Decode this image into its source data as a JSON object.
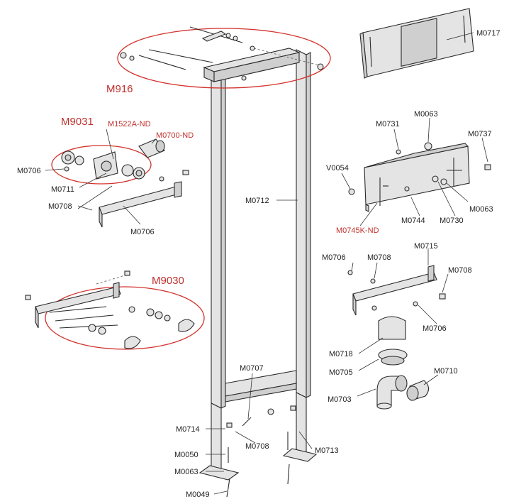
{
  "colors": {
    "group_label": "#c0302c",
    "part_label": "#222222",
    "outline": "#2a2a2a",
    "ellipse": "#d2322d"
  },
  "groups": {
    "M916": "M916",
    "M9031": "M9031",
    "M9030": "M9030"
  },
  "sublabels": {
    "M1522A": "M1522A-ND",
    "M0700": "M0700-ND",
    "M0745K": "M0745K-ND"
  },
  "labels": {
    "M0717": "M0717",
    "M0063a": "M0063",
    "M0731": "M0731",
    "M0737": "M0737",
    "V0054": "V0054",
    "M0063b": "M0063",
    "M0744": "M0744",
    "M0730": "M0730",
    "M0706a": "M0706",
    "M0711": "M0711",
    "M0708a": "M0708",
    "M0706b": "M0706",
    "M0712": "M0712",
    "M0706c": "M0706",
    "M0708b": "M0708",
    "M0715": "M0715",
    "M0708c": "M0708",
    "M0706d": "M0706",
    "M0718": "M0718",
    "M0705": "M0705",
    "M0710": "M0710",
    "M0703": "M0703",
    "M0707": "M0707",
    "M0714": "M0714",
    "M0708d": "M0708",
    "M0713": "M0713",
    "M0050": "M0050",
    "M0063c": "M0063",
    "M0049": "M0049"
  }
}
